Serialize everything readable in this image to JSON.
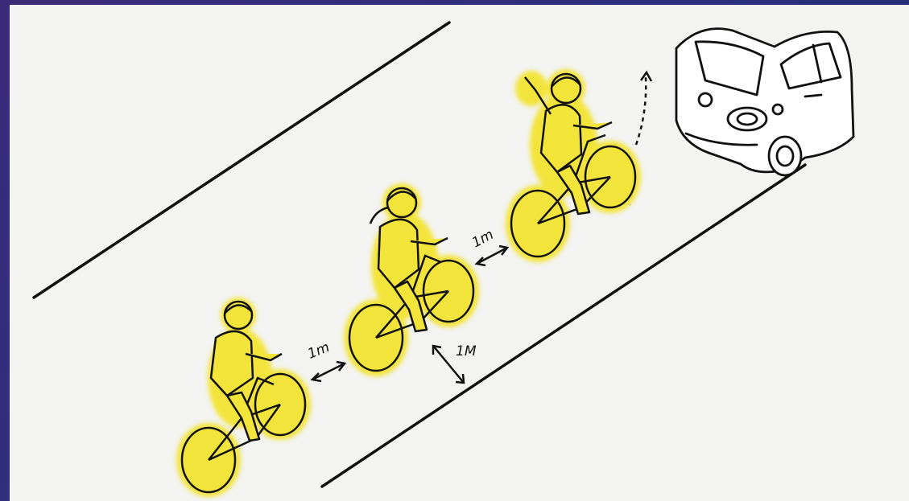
{
  "illustration": {
    "distance_labels": {
      "gap_rear": "1m",
      "gap_front": "1m",
      "gap_curb": "1M"
    },
    "colors": {
      "highlight": "#f3e43a",
      "ink": "#111111",
      "paper": "#f3f3f1",
      "frame": "#2b2a7a"
    },
    "icons": [
      "cyclist-figure",
      "bicycle-wheel",
      "car",
      "double-arrow"
    ]
  }
}
